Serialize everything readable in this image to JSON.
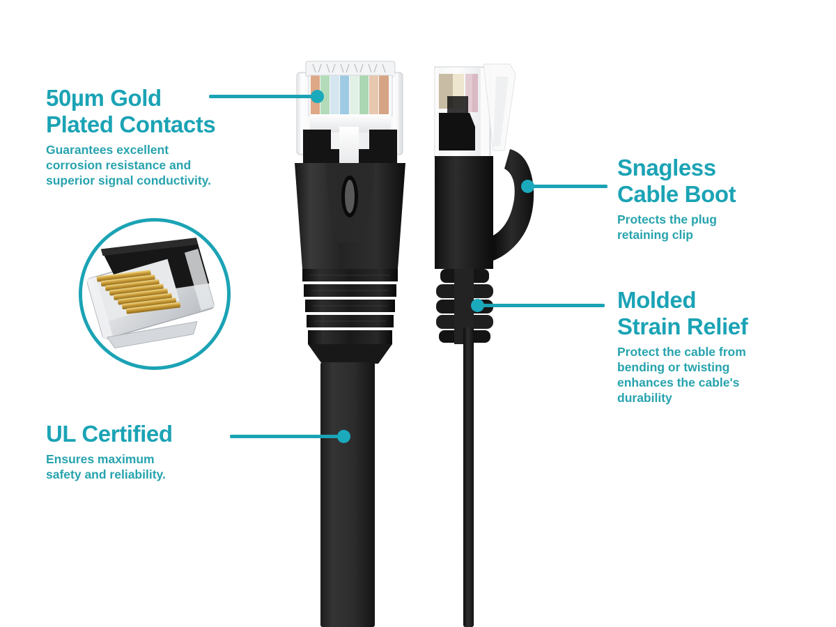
{
  "meta": {
    "subject": "Flat Cat6 Ethernet patch cable with RJ45 connectors",
    "background_color": "#FFFFFF",
    "accent_color": "#1BA3B5",
    "text_color": "#27A3AE"
  },
  "callouts": [
    {
      "id": "gold-plated-contacts",
      "title": "50µm Gold\nPlated Contacts",
      "desc": "Guarantees excellent\ncorrosion resistance and\nsuperior signal conductivity."
    },
    {
      "id": "snagless-cable-boot",
      "title": "Snagless\nCable Boot",
      "desc": "Protects the plug\nretaining clip"
    },
    {
      "id": "molded-strain-relief",
      "title": "Molded\nStrain Relief",
      "desc": "Protect the cable from\nbending or twisting\nenhances the cable's\ndurability"
    },
    {
      "id": "ul-certified",
      "title": "UL Certified",
      "desc": "Ensures maximum\nsafety and reliability."
    }
  ],
  "inset": {
    "name": "gold-plated-contacts-closeup",
    "description": "Close-up of RJ45 plug showing eight gold plated contact pins",
    "pin_count": 8,
    "border_color": "#1BA3B5"
  },
  "connectors": {
    "left": {
      "name": "rj45-plug-front-view",
      "housing": "clear",
      "boot_color": "#141414",
      "rib_count": 4,
      "wire_colors": [
        "#D98A5E",
        "#8FCB9B",
        "#7FB2D8",
        "#A8D4A8",
        "#7FA8D8",
        "#9FCBA0",
        "#C98A6A",
        "#D4A07A"
      ],
      "cable_type": "flat"
    },
    "right": {
      "name": "rj45-plug-side-view",
      "housing": "clear",
      "boot_color": "#141414",
      "rib_count": 4,
      "cable_type": "round"
    }
  },
  "leaders": [
    {
      "name": "leader-gold",
      "from": "callout",
      "to": "connector-left-contacts"
    },
    {
      "name": "leader-snagless",
      "from": "connector-right-boot",
      "to": "callout"
    },
    {
      "name": "leader-molded",
      "from": "connector-right-strain-relief",
      "to": "callout"
    },
    {
      "name": "leader-ul",
      "from": "callout",
      "to": "flat-cable-body"
    }
  ]
}
